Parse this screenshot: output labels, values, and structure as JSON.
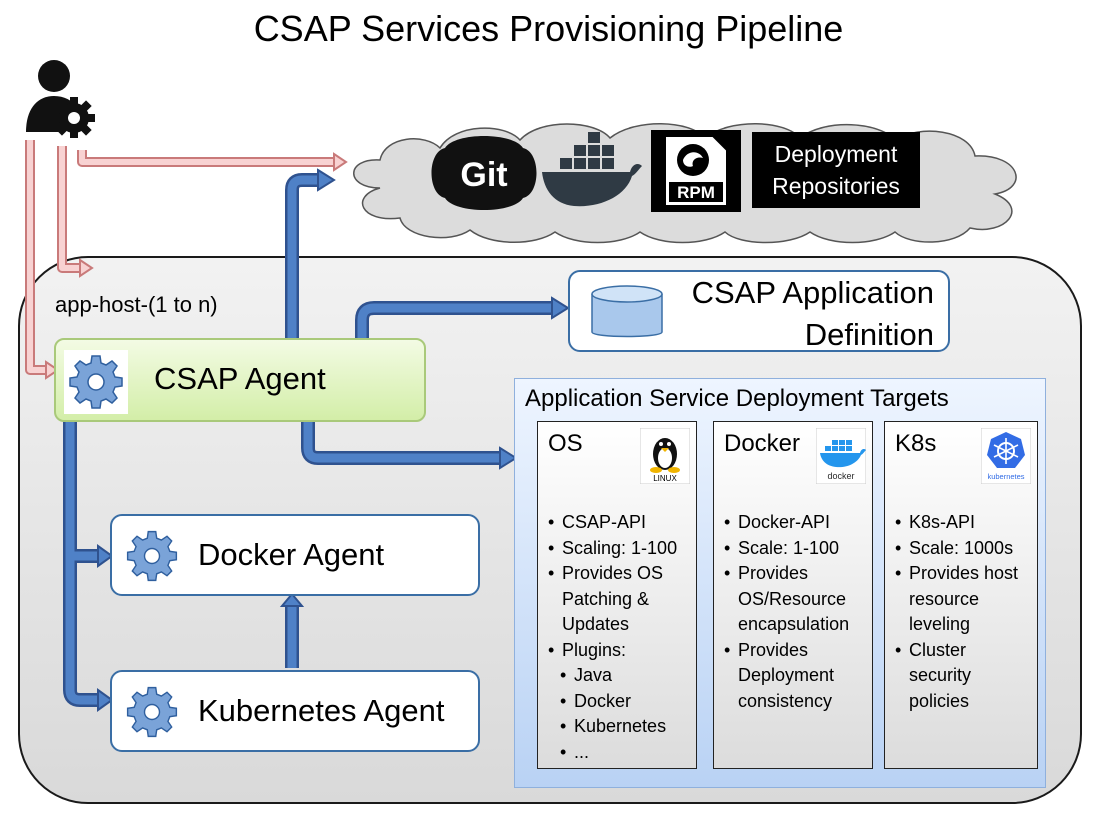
{
  "title": "CSAP Services Provisioning Pipeline",
  "repositories": {
    "git_label": "Git",
    "rpm_label": "RPM",
    "deploy_label_line1": "Deployment",
    "deploy_label_line2": "Repositories"
  },
  "host": {
    "label": "app-host-(1 to n)"
  },
  "agents": {
    "csap": "CSAP Agent",
    "docker": "Docker Agent",
    "kubernetes": "Kubernetes Agent"
  },
  "app_definition": {
    "line1": "CSAP Application",
    "line2": "Definition"
  },
  "targets": {
    "title": "Application Service Deployment Targets",
    "os": {
      "title": "OS",
      "logo_text": "LINUX",
      "items": [
        "CSAP-API",
        "Scaling: 1-100",
        "Provides OS Patching & Updates",
        "Plugins:"
      ],
      "plugins": [
        "Java",
        "Docker",
        "Kubernetes",
        "..."
      ]
    },
    "docker": {
      "title": "Docker",
      "logo_text": "docker",
      "items": [
        "Docker-API",
        "Scale: 1-100",
        "Provides OS/Resource encapsulation",
        "Provides Deployment consistency"
      ]
    },
    "k8s": {
      "title": "K8s",
      "logo_text": "kubernetes",
      "items": [
        "K8s-API",
        "Scale: 1000s",
        "Provides host resource leveling",
        "Cluster security policies"
      ]
    }
  },
  "colors": {
    "arrow_blue": "#4472c4",
    "arrow_pink": "#f4b6b6",
    "card_border": "#3a6ea5",
    "agent_green": "#d3eea8",
    "targets_blue": "#b9d2f4"
  }
}
